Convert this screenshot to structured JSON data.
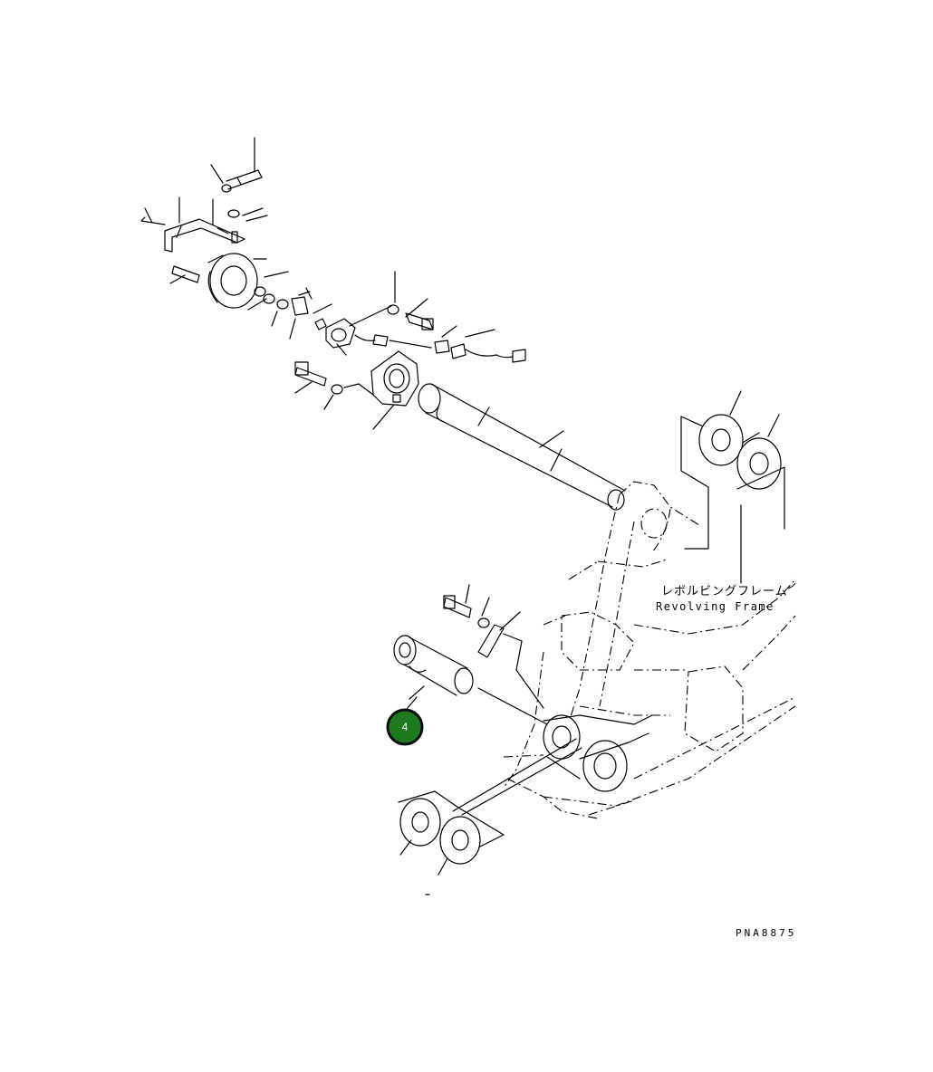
{
  "frame_label": {
    "japanese": "レボルビングフレーム",
    "english": "Revolving Frame"
  },
  "drawing_code": "PNA8875",
  "callout": {
    "number": "4",
    "color": "#1e7a1e",
    "border_color": "#0d0d0d"
  }
}
